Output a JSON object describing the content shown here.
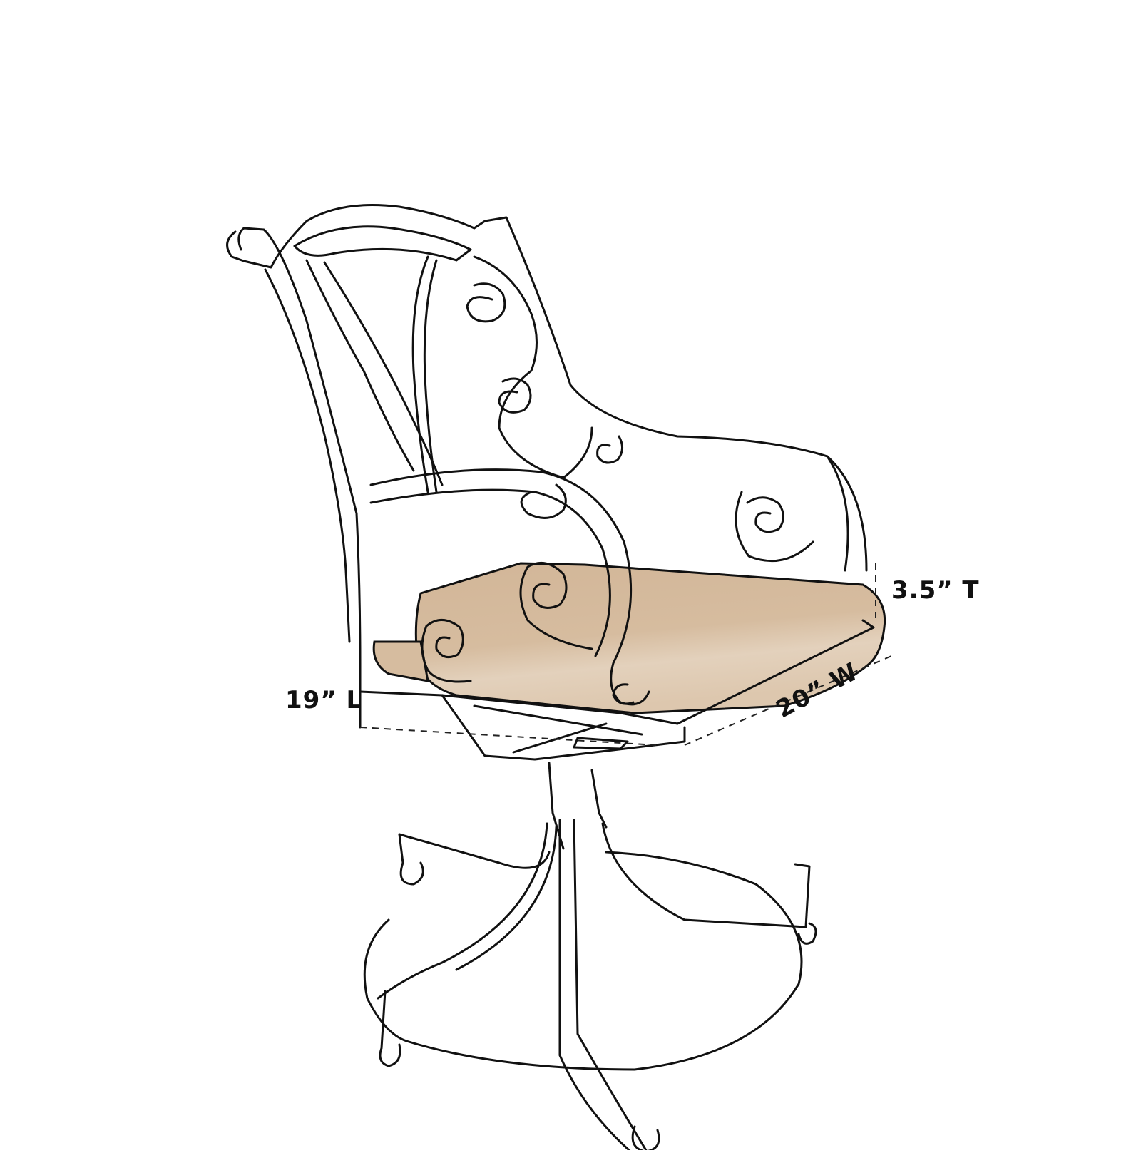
{
  "diagram": {
    "subject": "Swivel dining chair with seat cushion",
    "colors": {
      "background": "#ffffff",
      "outline": "#111111",
      "cushion": "#d4b99b",
      "cushion_highlight": "#e3d0bb"
    },
    "dimensions": {
      "thickness": "3.5” T",
      "length": "19” L",
      "width": "20” W"
    }
  }
}
